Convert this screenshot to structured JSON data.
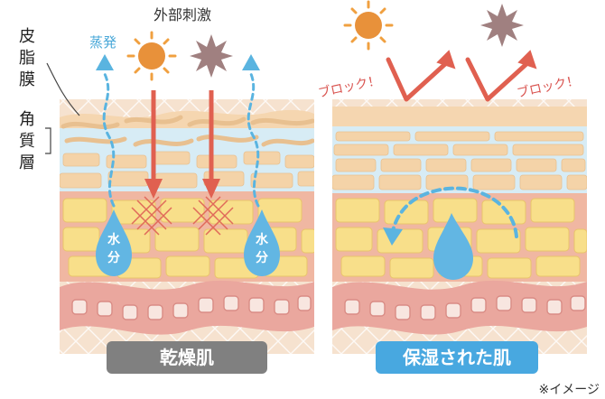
{
  "labels": {
    "external_stimulus": "外部刺激",
    "evaporation": "蒸発",
    "sebum_membrane": [
      "皮",
      "脂",
      "膜"
    ],
    "stratum_corneum": [
      "角",
      "質",
      "層"
    ],
    "block_left": "ブロック！",
    "block_right": "ブロック！",
    "water_drop_left": [
      "水",
      "分"
    ],
    "water_drop_right": [
      "水",
      "分"
    ],
    "dry_caption": "乾燥肌",
    "moist_caption": "保湿された肌",
    "footnote": "※イメージ"
  },
  "colors": {
    "sun": "#f0a040",
    "sun_core": "#e8913a",
    "stimulus_star": "#a08080",
    "arrow_red": "#e06050",
    "evaporation_blue": "#5ab4e0",
    "sebum": "#f5d6b0",
    "corneum_blue": "#d7ecf5",
    "corneum_cells": "#f4d3a8",
    "epidermis_yellow": "#f8df8a",
    "epidermis_pink": "#f0b7a2",
    "dermis_pink": "#eaa79e",
    "dermis_base": "#f6e2cf",
    "dry_caption_bg": "#808080",
    "moist_caption_bg": "#48a8e0",
    "water_drop": "#62b6e3",
    "damage_mark": "#e06a5a"
  }
}
